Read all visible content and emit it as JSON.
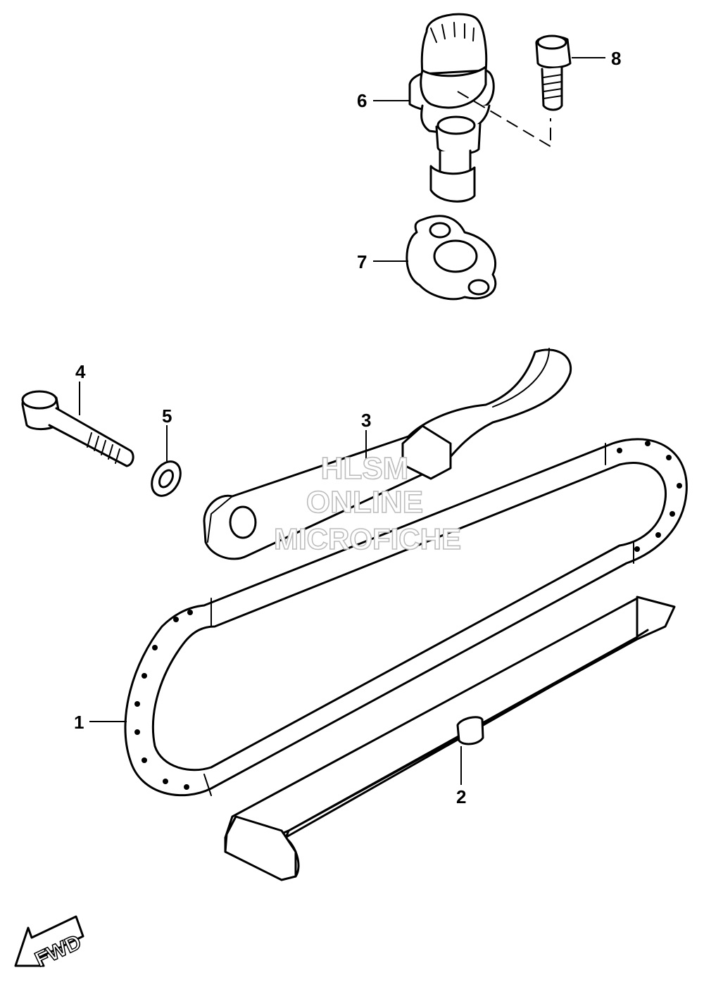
{
  "diagram": {
    "callouts": [
      {
        "id": "1",
        "label": "1"
      },
      {
        "id": "2",
        "label": "2"
      },
      {
        "id": "3",
        "label": "3"
      },
      {
        "id": "4",
        "label": "4"
      },
      {
        "id": "5",
        "label": "5"
      },
      {
        "id": "6",
        "label": "6"
      },
      {
        "id": "7",
        "label": "7"
      },
      {
        "id": "8",
        "label": "8"
      }
    ],
    "watermark": {
      "line1": "HLSM",
      "line2": "ONLINE",
      "line3": "MICROFICHE"
    },
    "direction_label": "FWD"
  }
}
